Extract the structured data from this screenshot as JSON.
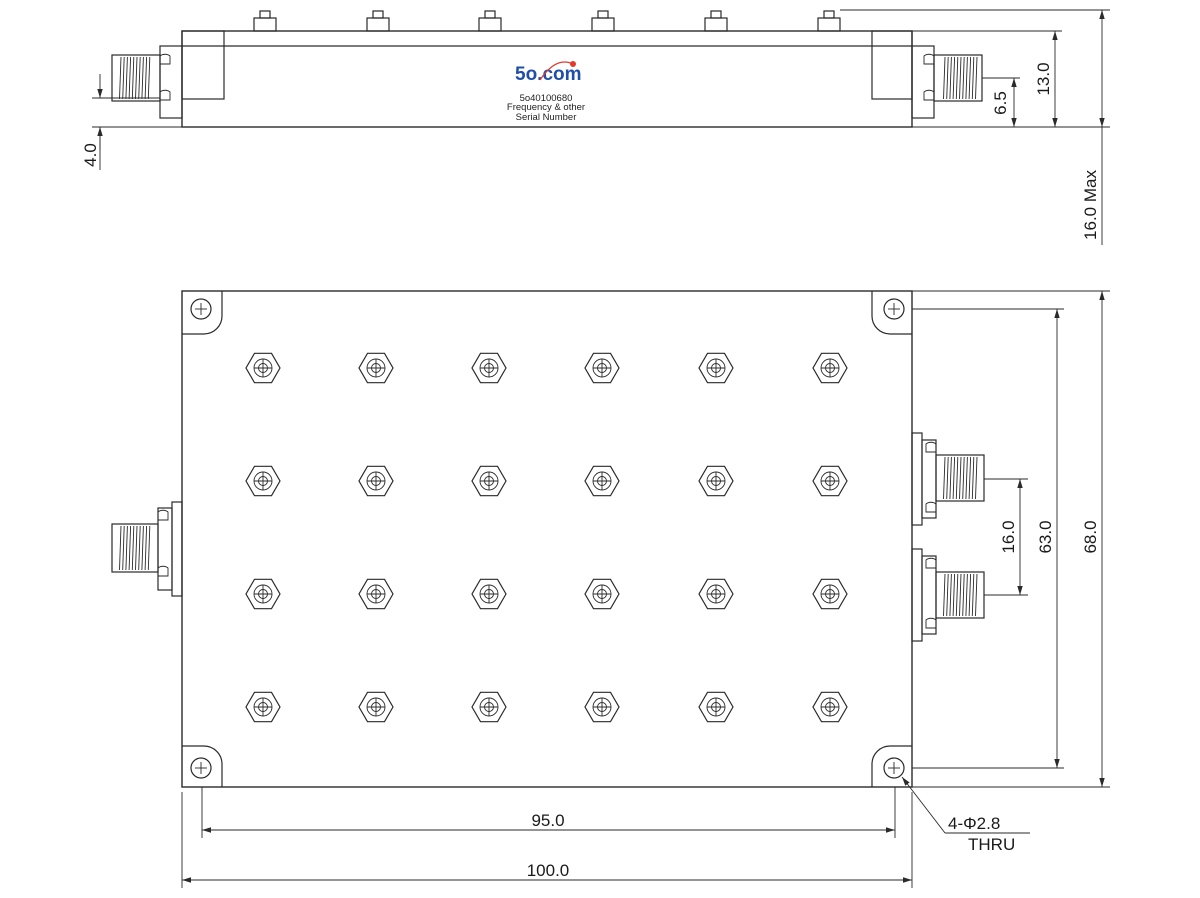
{
  "logo": {
    "text": "5o.com",
    "brand_color": "#1f4fa8",
    "dot_color": "#e23b2e"
  },
  "label_lines": [
    "5o40100680",
    "Frequency & other",
    "Serial Number"
  ],
  "dimensions": {
    "connector_offset": "4.0",
    "connector_height": "6.5",
    "body_height": "13.0",
    "overall_height_max": "16.0 Max",
    "port_spacing": "16.0",
    "hole_spacing_y": "63.0",
    "body_width_y": "68.0",
    "hole_spacing_x": "95.0",
    "body_length": "100.0"
  },
  "hole_callout": {
    "line1": "4-Φ2.8",
    "line2": "THRU"
  },
  "hex_grid": {
    "rows": 4,
    "cols": 6
  }
}
